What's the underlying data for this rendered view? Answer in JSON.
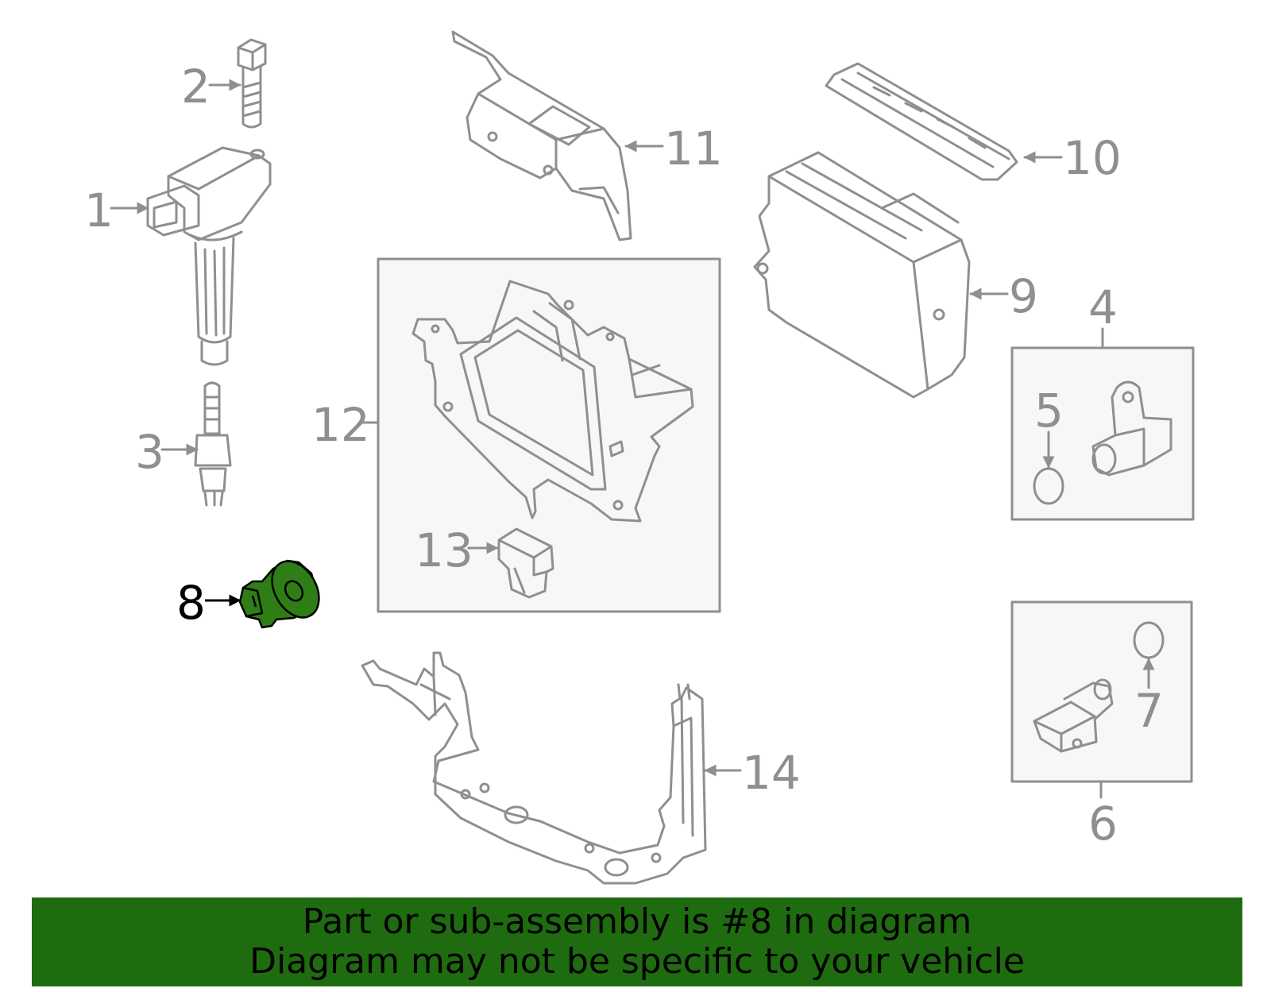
{
  "callouts": {
    "c1": "1",
    "c2": "2",
    "c3": "3",
    "c4": "4",
    "c5": "5",
    "c6": "6",
    "c7": "7",
    "c8": "8",
    "c9": "9",
    "c10": "10",
    "c11": "11",
    "c12": "12",
    "c13": "13",
    "c14": "14"
  },
  "highlighted_part": "8",
  "banner": {
    "line1": "Part or sub-assembly is #8 in diagram",
    "line2": "Diagram may not be specific to your vehicle"
  },
  "colors": {
    "line_art": "#8f8f8f",
    "highlight_fill": "#2e7d15",
    "banner_background": "#1f6b10",
    "box_fill": "#f7f7f7"
  }
}
